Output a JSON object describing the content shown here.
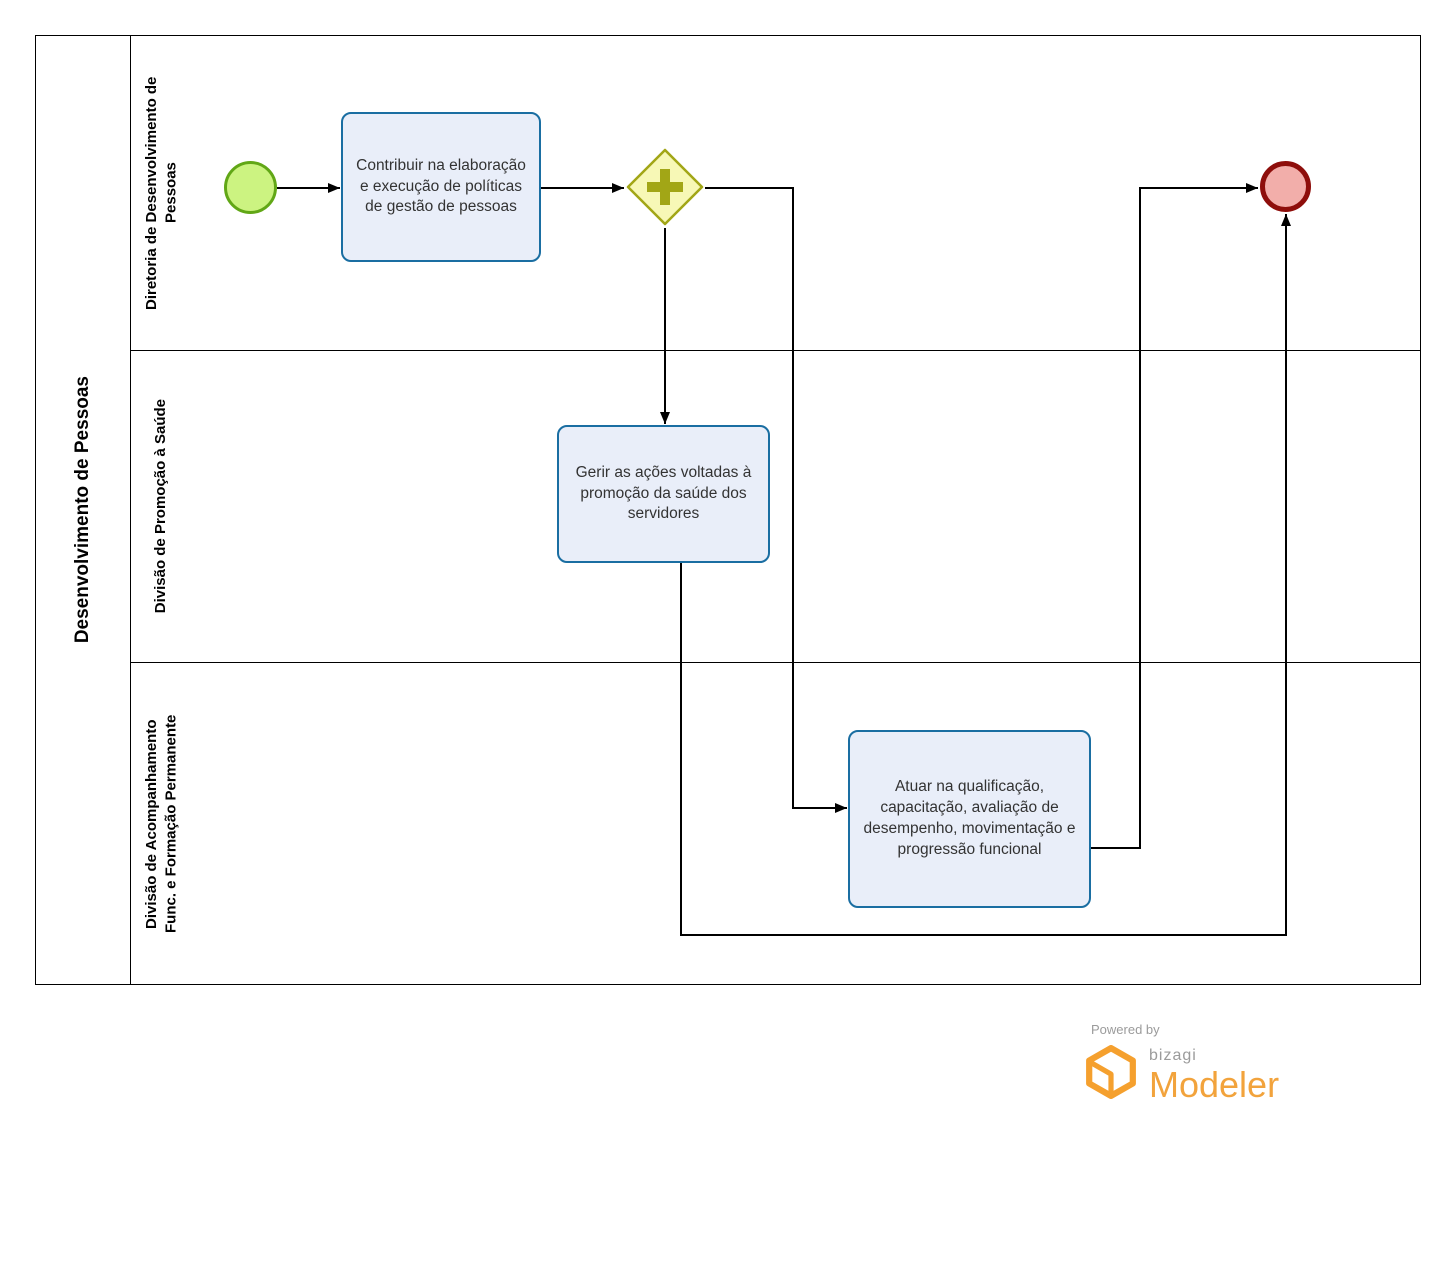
{
  "pool": {
    "title": "Desenvolvimento de Pessoas",
    "lanes": [
      {
        "label": "Diretoria de Desenvolvimento de Pessoas"
      },
      {
        "label": "Divisão de Promoção à Saúde"
      },
      {
        "label": "Divisão de Acompanhamento Func. e Formação Permanente"
      }
    ]
  },
  "nodes": {
    "start_event": {
      "type": "start-event"
    },
    "task1": {
      "label": "Contribuir na elaboração e execução de políticas de gestão de pessoas"
    },
    "gateway": {
      "type": "parallel-gateway"
    },
    "task2": {
      "label": "Gerir as ações voltadas à promoção da saúde dos servidores"
    },
    "task3": {
      "label": "Atuar na qualificação, capacitação, avaliação de desempenho, movimentação e progressão funcional"
    },
    "end_event": {
      "type": "end-event"
    }
  },
  "colors": {
    "task_fill": "#E9EEF9",
    "task_border": "#1A6EA2",
    "start_fill": "#CCF381",
    "start_border": "#61A716",
    "gateway_fill": "#F7F8B6",
    "gateway_border": "#A2A616",
    "end_fill": "#F2AEAA",
    "end_border": "#8E0E0B",
    "connector": "#000000",
    "brand_orange": "#F2A33C"
  },
  "branding": {
    "powered_by": "Powered by",
    "brand": "bizagi",
    "product": "Modeler"
  }
}
